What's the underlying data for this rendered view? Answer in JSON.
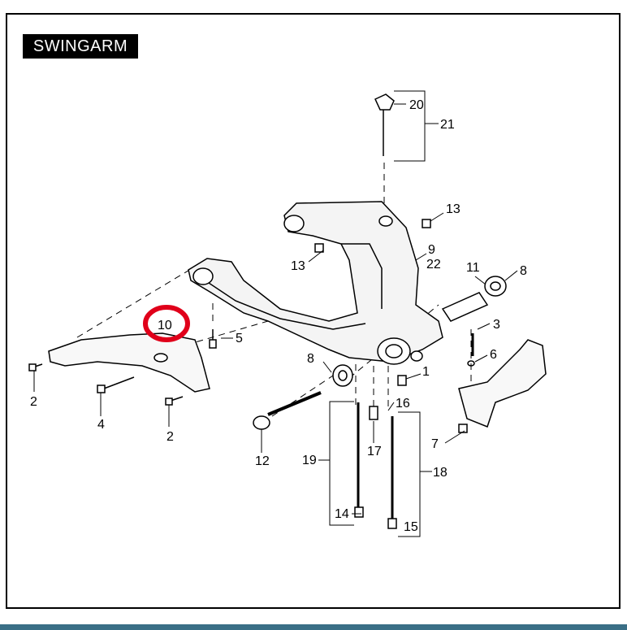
{
  "header": {
    "title": "SWINGARM"
  },
  "callouts": {
    "c1": "1",
    "c2a": "2",
    "c2b": "2",
    "c3": "3",
    "c4": "4",
    "c5": "5",
    "c6": "6",
    "c7": "7",
    "c8a": "8",
    "c8b": "8",
    "c9": "9",
    "c10": "10",
    "c11": "11",
    "c12": "12",
    "c13a": "13",
    "c13b": "13",
    "c14": "14",
    "c15": "15",
    "c16": "16",
    "c17": "17",
    "c18": "18",
    "c19": "19",
    "c20": "20",
    "c21": "21",
    "c22": "22"
  },
  "colors": {
    "highlight": "#e0001a",
    "accent_bar": "#3a6f86"
  }
}
